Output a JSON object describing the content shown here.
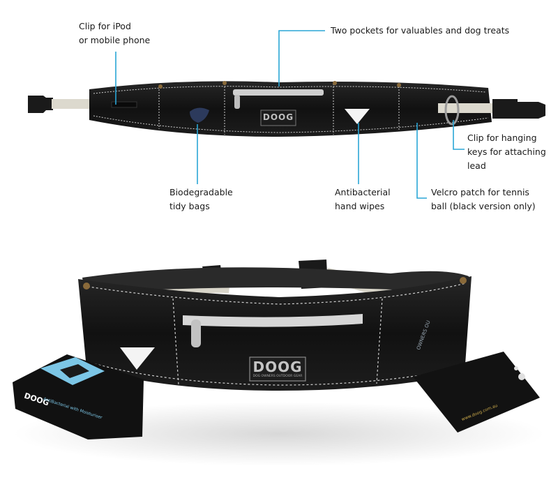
{
  "annotations": {
    "clip_phone": [
      "Clip for iPod",
      "or mobile phone"
    ],
    "pockets": [
      "Two pockets for valuables and dog treats"
    ],
    "clip_keys": [
      "Clip for hanging",
      "keys for attaching",
      "lead"
    ],
    "tidy_bags": [
      "Biodegradable",
      "tidy bags"
    ],
    "hand_wipes": [
      "Antibacterial",
      "hand wipes"
    ],
    "velcro": [
      "Velcro patch for tennis",
      "ball (black version only)"
    ]
  },
  "logos": {
    "top_belt": "DOOG",
    "bottom_belt": "DOOG",
    "bottom_belt_tagline": "DOG OWNERS OUTDOOR GEAR",
    "wipes_brand": "DOOG",
    "wipes_product": "AntiBacterial with Moisturiser",
    "side_tag": "OWNERS OU",
    "bag_text": "www.doog.com.au"
  },
  "colors": {
    "leader_line": "#2aa6d6",
    "belt_fabric": "#141414",
    "strap": "#d9d6cc",
    "stitch": "#cfcfcf",
    "wipes_blue": "#7cc6e6"
  }
}
